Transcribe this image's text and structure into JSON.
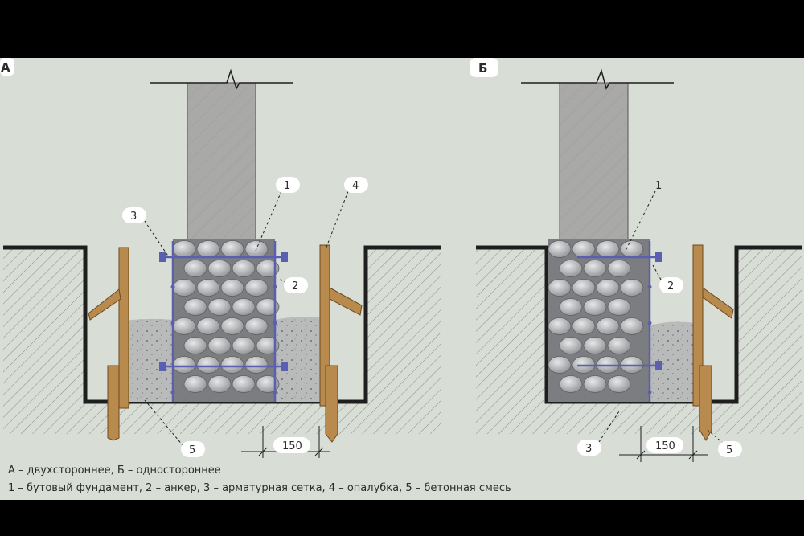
{
  "panels": [
    {
      "letter": "А",
      "callouts": [
        "1",
        "2",
        "3",
        "4",
        "5"
      ],
      "dimension": "150"
    },
    {
      "letter": "Б",
      "callouts": [
        "1",
        "2",
        "3",
        "5"
      ],
      "dimension": "150"
    }
  ],
  "legend": {
    "line1": "А – двухстороннее, Б – одностороннее",
    "line2": "1 – бутовый фундамент, 2 – анкер, 3 – арматурная сетка, 4 – опалубка, 5 – бетонная смесь"
  },
  "colors": {
    "background": "#d8ddd6",
    "wall": "#a9aaa8",
    "stone": "#c9cacb",
    "concrete": "#b9bbba",
    "wood": "#b98a4d",
    "rebar": "#5b5fb0",
    "soil_line": "#1e1e1e"
  }
}
